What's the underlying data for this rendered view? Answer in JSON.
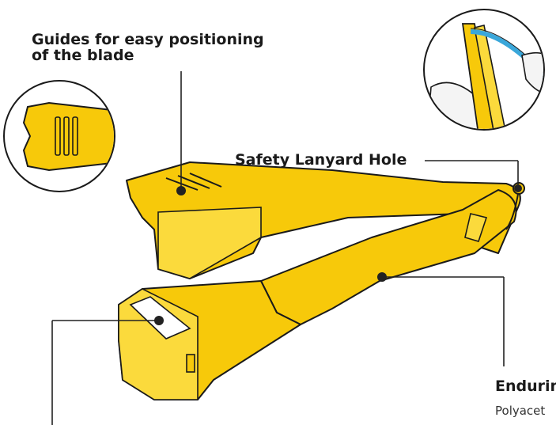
{
  "labels": {
    "guides_line1": "Guides for easy positioning",
    "guides_line2": "of the blade",
    "lanyard": "Safety Lanyard Hole",
    "enduring": "Endurin",
    "enduring_sub": "Polyacet"
  },
  "colors": {
    "body": "#F7C90A",
    "body_light": "#FBDA3C",
    "outline": "#1a1a1a",
    "leader": "#222222",
    "lanyard_blue": "#3AA7DA"
  },
  "icons": {
    "inset_guides": "blade-guides-closeup-icon",
    "inset_lanyard": "hand-holding-lanyard-icon"
  }
}
